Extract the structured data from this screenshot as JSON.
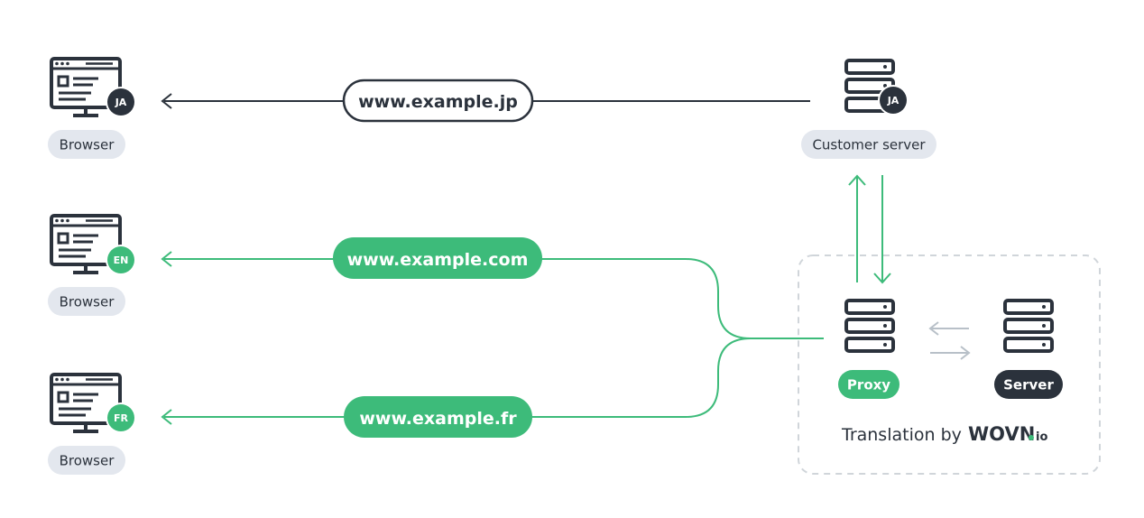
{
  "colors": {
    "dark": "#2b323c",
    "green": "#3dbb7a",
    "chip_bg": "#e3e7ee",
    "light_arrow": "#b8c0c8",
    "frame": "#d0d5da"
  },
  "browsers": [
    {
      "label": "Browser",
      "badge": "JA",
      "badge_color": "#2b323c"
    },
    {
      "label": "Browser",
      "badge": "EN",
      "badge_color": "#3dbb7a"
    },
    {
      "label": "Browser",
      "badge": "FR",
      "badge_color": "#3dbb7a"
    }
  ],
  "urls": [
    {
      "text": "www.example.jp",
      "style": "outline"
    },
    {
      "text": "www.example.com",
      "style": "green"
    },
    {
      "text": "www.example.fr",
      "style": "green"
    }
  ],
  "customer_server": {
    "label": "Customer server",
    "badge": "JA",
    "icon": "server-icon"
  },
  "proxy": {
    "label": "Proxy",
    "icon": "server-icon"
  },
  "server": {
    "label": "Server",
    "icon": "server-icon"
  },
  "translation": {
    "caption": "Translation by",
    "brand": "WOVN",
    "brand_suffix": ".io"
  }
}
